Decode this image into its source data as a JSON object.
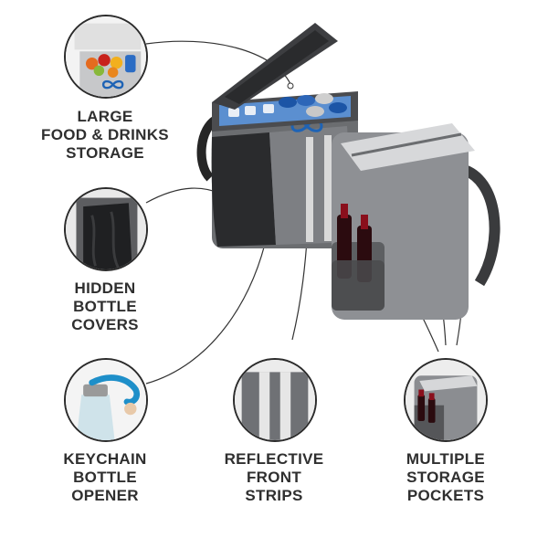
{
  "features": {
    "storage": {
      "lines": [
        "LARGE",
        "FOOD & DRINKS",
        "STORAGE"
      ],
      "icon": "food-storage-icon"
    },
    "covers": {
      "lines": [
        "HIDDEN",
        "BOTTLE",
        "COVERS"
      ],
      "icon": "bottle-cover-icon"
    },
    "opener": {
      "lines": [
        "KEYCHAIN",
        "BOTTLE",
        "OPENER"
      ],
      "icon": "bottle-opener-icon"
    },
    "strips": {
      "lines": [
        "REFLECTIVE",
        "FRONT",
        "STRIPS"
      ],
      "icon": "reflective-strip-icon"
    },
    "pockets": {
      "lines": [
        "MULTIPLE",
        "STORAGE",
        "POCKETS"
      ],
      "icon": "storage-pocket-icon"
    }
  },
  "colors": {
    "bag_dark": "#3a3b3d",
    "bag_light": "#8e9094",
    "bag_mid": "#6b6d70",
    "logo_blue": "#1e63b5",
    "label_text": "#2f2f2f"
  }
}
